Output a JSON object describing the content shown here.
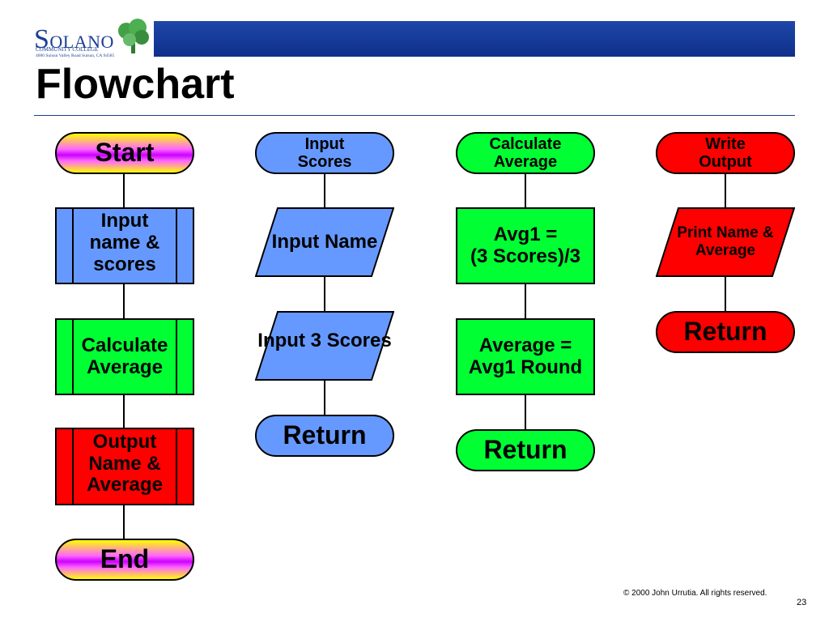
{
  "logo": {
    "initial": "S",
    "word": "OLANO",
    "subtitle": "COMMUNITY COLLEGE",
    "address": "4000 Suisun Valley Road   Suisun, CA 94585"
  },
  "slide": {
    "title": "Flowchart",
    "copyright": "© 2000 John Urrutia. All rights reserved.",
    "page_number": "23"
  },
  "colors": {
    "header_bar": "#1e47a8",
    "blue": "#6699ff",
    "green": "#00ff33",
    "red": "#ff0000"
  },
  "columns": {
    "main": {
      "start": "Start",
      "input": [
        "Input",
        "name &",
        "scores"
      ],
      "calculate": [
        "Calculate",
        "Average"
      ],
      "output": [
        "Output",
        "Name &",
        "Average"
      ],
      "end": "End"
    },
    "input_scores": {
      "header": [
        "Input",
        "Scores"
      ],
      "input_name": [
        "Input",
        "Name"
      ],
      "input_three": [
        "Input 3",
        "Scores"
      ],
      "return": "Return"
    },
    "calculate_average": {
      "header": [
        "Calculate",
        "Average"
      ],
      "avg_formula": [
        "Avg1 =",
        "(3 Scores)/3"
      ],
      "average_round": [
        "Average =",
        "Avg1 Round"
      ],
      "return": "Return"
    },
    "write_output": {
      "header": [
        "Write",
        "Output"
      ],
      "print": [
        "Print",
        "Name &",
        "Average"
      ],
      "return": "Return"
    }
  }
}
